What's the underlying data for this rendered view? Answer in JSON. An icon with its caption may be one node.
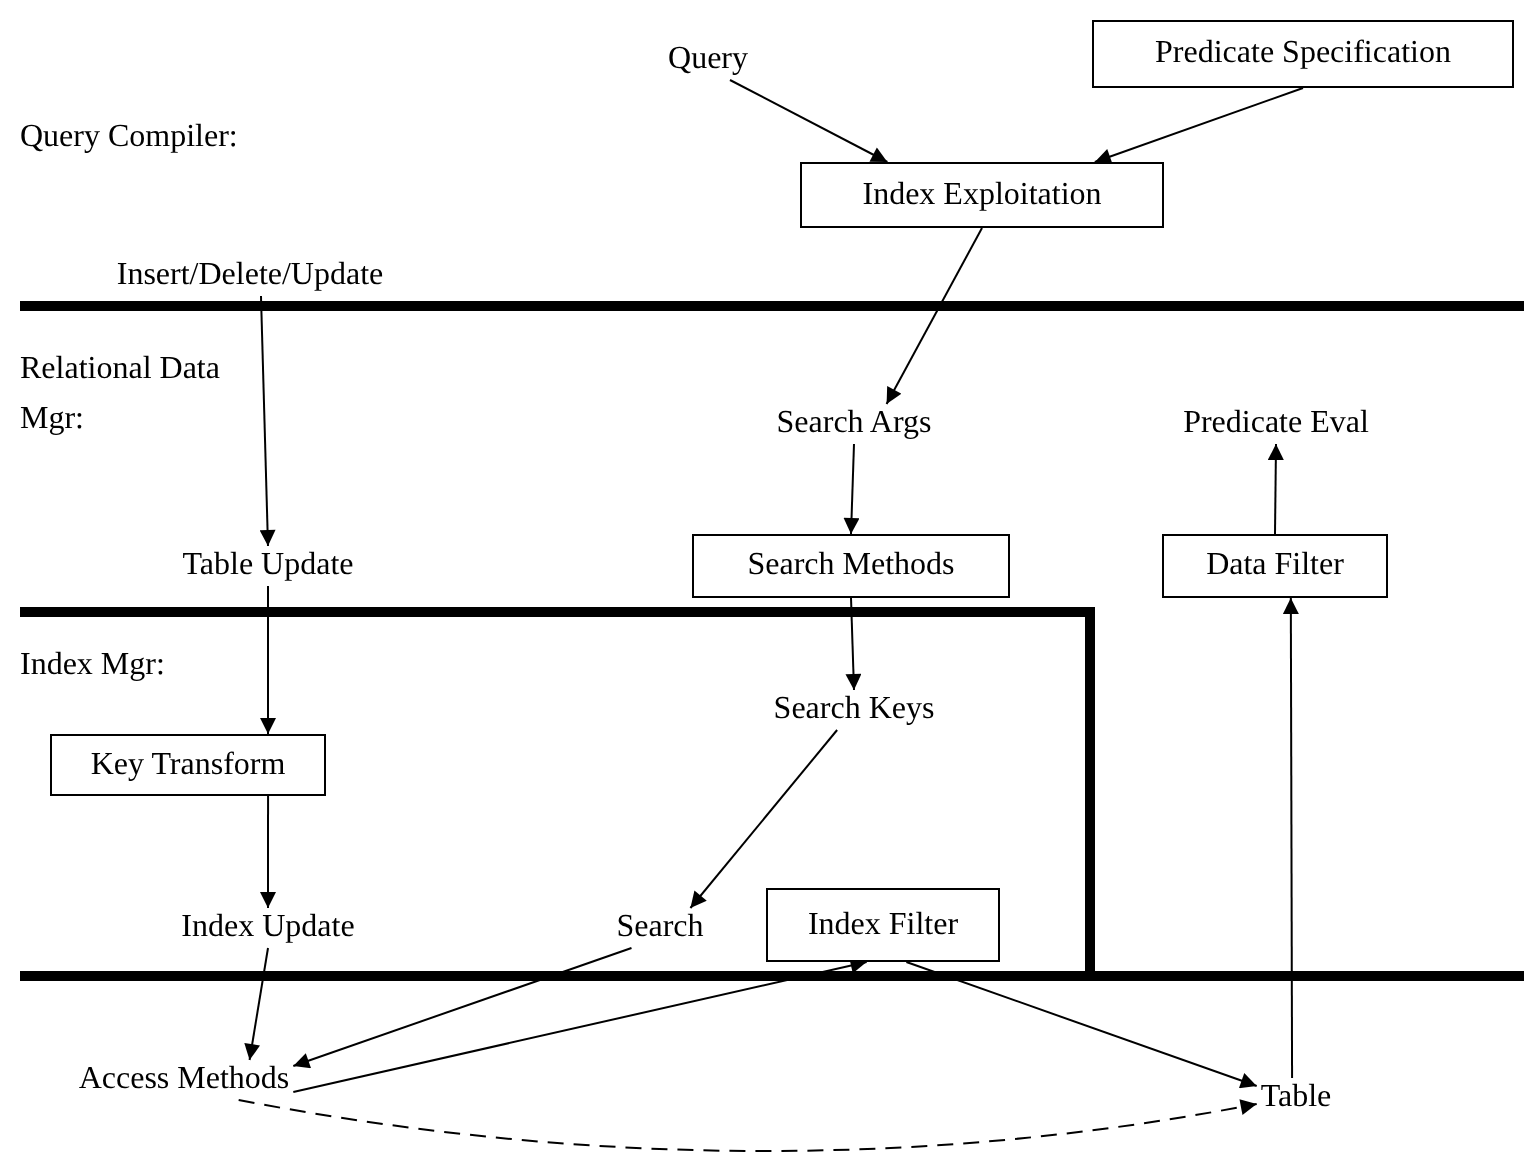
{
  "diagram": {
    "nodes": [
      {
        "text": [
          "Query"
        ]
      },
      {
        "text": [
          "Predicate Specification"
        ]
      },
      {
        "text": [
          "Index Exploitation"
        ]
      },
      {
        "text": [
          "Insert/Delete/Update"
        ]
      },
      {
        "text": [
          "Search Args"
        ]
      },
      {
        "text": [
          "Predicate Eval"
        ]
      },
      {
        "text": [
          "Table Update"
        ]
      },
      {
        "text": [
          "Search Methods"
        ]
      },
      {
        "text": [
          "Data Filter"
        ]
      },
      {
        "text": [
          "Search Keys"
        ]
      },
      {
        "text": [
          "Key Transform"
        ]
      },
      {
        "text": [
          "Index Update"
        ]
      },
      {
        "text": [
          "Search"
        ]
      },
      {
        "text": [
          "Index Filter"
        ]
      },
      {
        "text": [
          "Access Methods"
        ]
      },
      {
        "text": [
          "Table"
        ]
      }
    ],
    "edges": [
      {
        "from": 0,
        "to": 2,
        "arrow": "to"
      },
      {
        "from": 1,
        "to": 2,
        "arrow": "to"
      },
      {
        "from": 2,
        "to": 4,
        "arrow": "to"
      },
      {
        "from": 3,
        "to": 6,
        "arrow": "to"
      },
      {
        "from": 4,
        "to": 7,
        "arrow": "to"
      },
      {
        "from": 8,
        "to": 5,
        "arrow": "to"
      },
      {
        "from": 6,
        "to": 10,
        "arrow": "to"
      },
      {
        "from": 7,
        "to": 9,
        "arrow": "to"
      },
      {
        "from": 9,
        "to": 12,
        "arrow": "to"
      },
      {
        "from": 10,
        "to": 11,
        "arrow": "to"
      },
      {
        "from": 11,
        "to": 14,
        "arrow": "to"
      },
      {
        "from": 12,
        "to": 14,
        "arrow": "to"
      },
      {
        "from": 14,
        "to": 13,
        "arrow": "to"
      },
      {
        "from": 13,
        "to": 15,
        "arrow": "to"
      },
      {
        "from": 15,
        "to": 8,
        "arrow": "to"
      },
      {
        "from": 14,
        "to": 15,
        "arrow": "to",
        "style": "dashed"
      }
    ],
    "labels": [
      "Query Compiler:",
      "Relational Data Mgr:",
      "Index Mgr:"
    ]
  }
}
